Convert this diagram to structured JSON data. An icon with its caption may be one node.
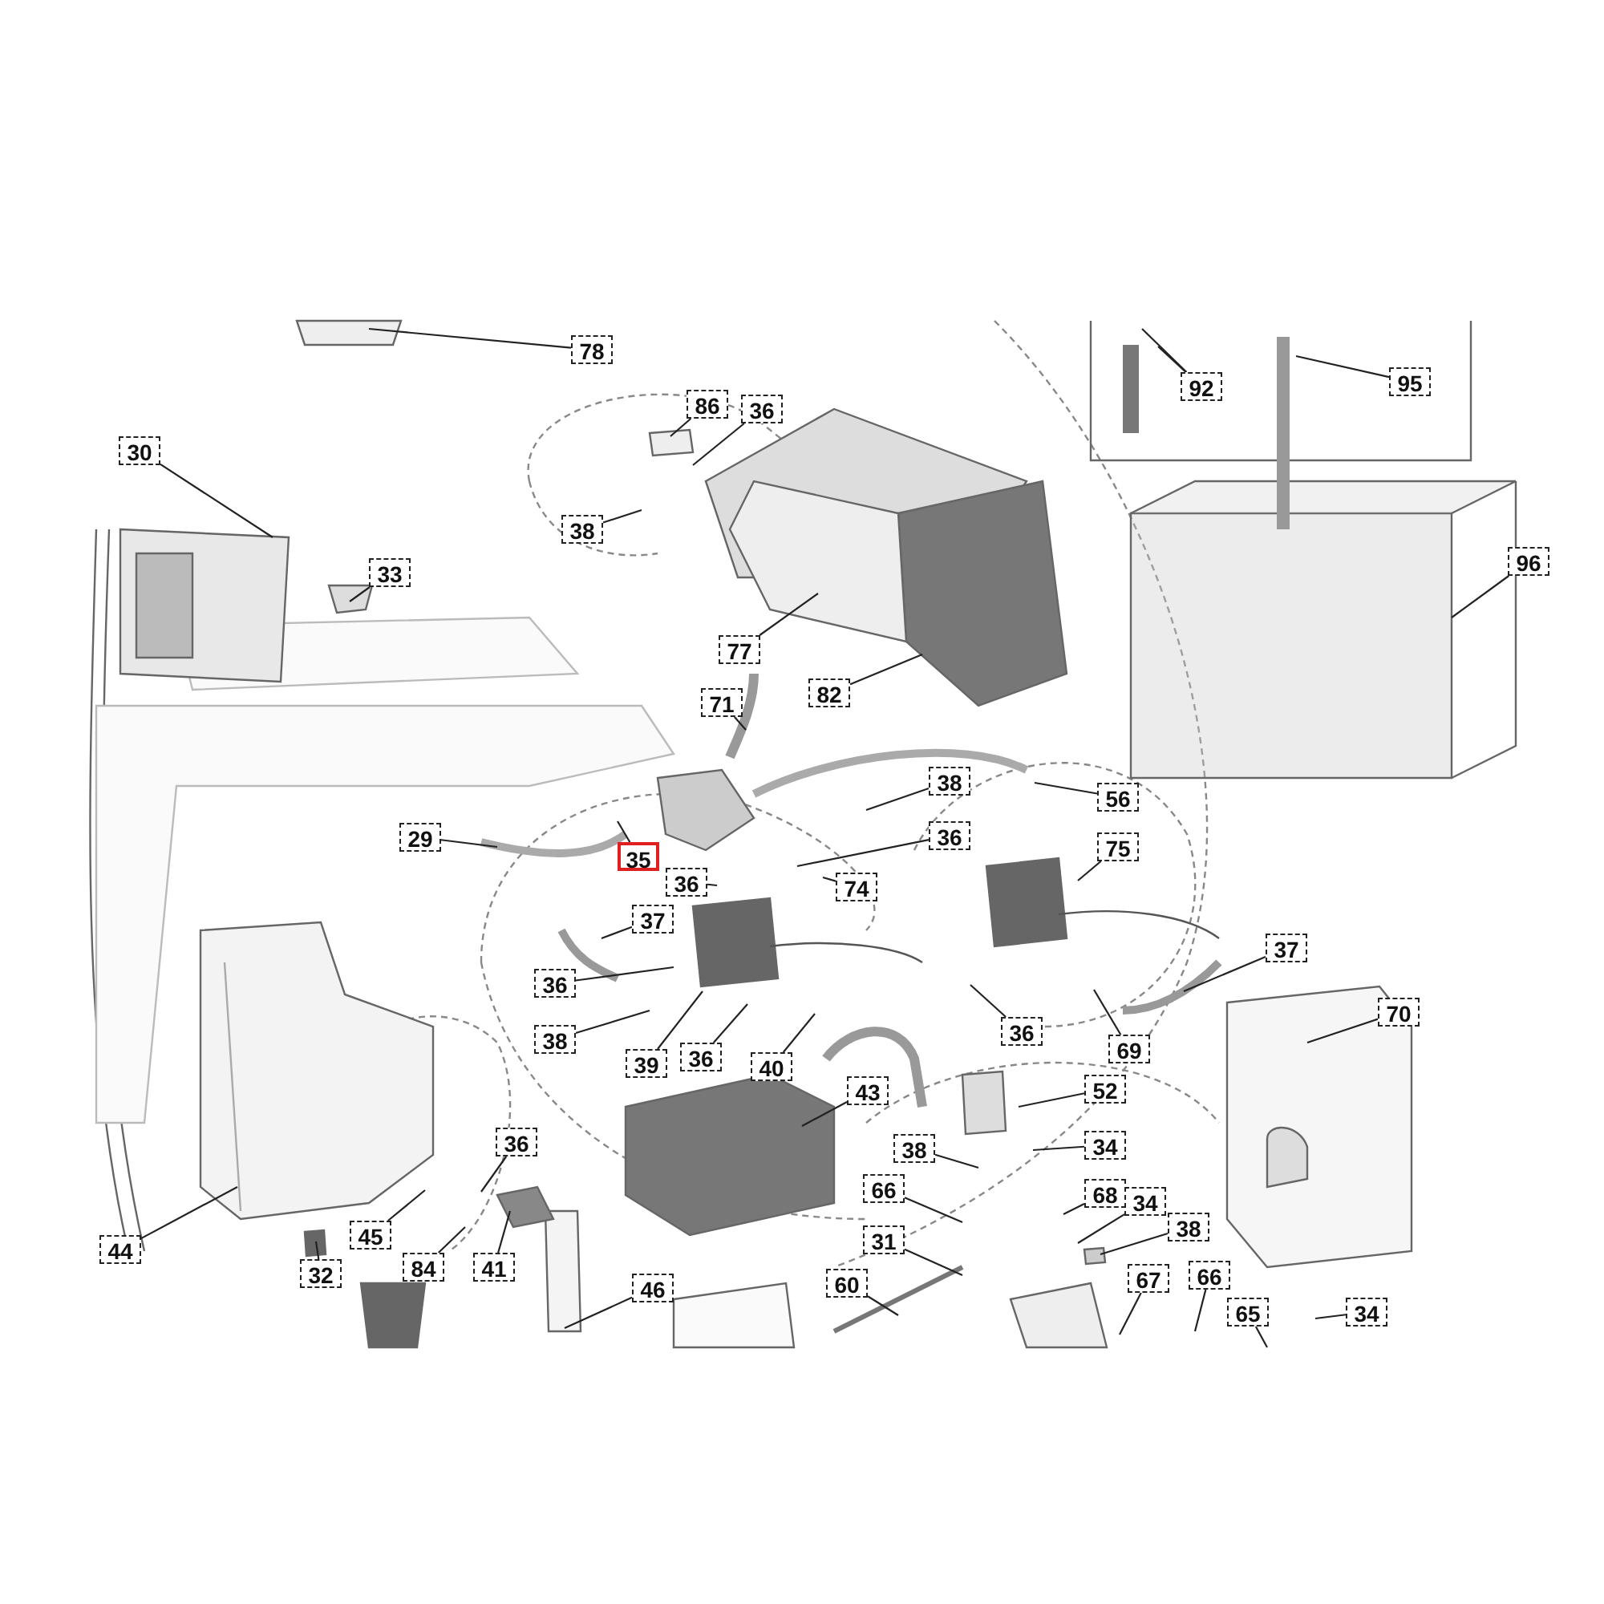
{
  "diagram": {
    "nodes": [
      {
        "text": [
          "78"
        ]
      },
      {
        "text": [
          "95"
        ]
      },
      {
        "text": [
          "92"
        ]
      },
      {
        "text": [
          "86"
        ]
      },
      {
        "text": [
          "36"
        ]
      },
      {
        "text": [
          "30"
        ]
      },
      {
        "text": [
          "38"
        ]
      },
      {
        "text": [
          "96"
        ]
      },
      {
        "text": [
          "33"
        ]
      },
      {
        "text": [
          "77"
        ]
      },
      {
        "text": [
          "82"
        ]
      },
      {
        "text": [
          "71"
        ]
      },
      {
        "text": [
          "38"
        ]
      },
      {
        "text": [
          "56"
        ]
      },
      {
        "text": [
          "36"
        ]
      },
      {
        "text": [
          "29"
        ]
      },
      {
        "text": [
          "75"
        ]
      },
      {
        "text": [
          "35"
        ]
      },
      {
        "text": [
          "36"
        ]
      },
      {
        "text": [
          "74"
        ]
      },
      {
        "text": [
          "37"
        ]
      },
      {
        "text": [
          "37"
        ]
      },
      {
        "text": [
          "36"
        ]
      },
      {
        "text": [
          "70"
        ]
      },
      {
        "text": [
          "36"
        ]
      },
      {
        "text": [
          "38"
        ]
      },
      {
        "text": [
          "69"
        ]
      },
      {
        "text": [
          "36"
        ]
      },
      {
        "text": [
          "39"
        ]
      },
      {
        "text": [
          "40"
        ]
      },
      {
        "text": [
          "43"
        ]
      },
      {
        "text": [
          "52"
        ]
      },
      {
        "text": [
          "36"
        ]
      },
      {
        "text": [
          "34"
        ]
      },
      {
        "text": [
          "38"
        ]
      },
      {
        "text": [
          "66"
        ]
      },
      {
        "text": [
          "68"
        ]
      },
      {
        "text": [
          "34"
        ]
      },
      {
        "text": [
          "38"
        ]
      },
      {
        "text": [
          "45"
        ]
      },
      {
        "text": [
          "31"
        ]
      },
      {
        "text": [
          "44"
        ]
      },
      {
        "text": [
          "84"
        ]
      },
      {
        "text": [
          "41"
        ]
      },
      {
        "text": [
          "32"
        ]
      },
      {
        "text": [
          "66"
        ]
      },
      {
        "text": [
          "67"
        ]
      },
      {
        "text": [
          "60"
        ]
      },
      {
        "text": [
          "46"
        ]
      },
      {
        "text": [
          "65"
        ]
      },
      {
        "text": [
          "34"
        ]
      }
    ],
    "edges": [
      {
        "from": 0,
        "to": null,
        "arrow": "none"
      },
      {
        "from": 1,
        "to": null,
        "arrow": "none"
      },
      {
        "from": 2,
        "to": null,
        "arrow": "none"
      },
      {
        "from": 2,
        "to": null,
        "arrow": "none"
      },
      {
        "from": 3,
        "to": null,
        "arrow": "none"
      },
      {
        "from": 4,
        "to": null,
        "arrow": "none"
      },
      {
        "from": 5,
        "to": null,
        "arrow": "none"
      },
      {
        "from": 6,
        "to": null,
        "arrow": "none"
      },
      {
        "from": 7,
        "to": null,
        "arrow": "none"
      },
      {
        "from": 8,
        "to": null,
        "arrow": "none"
      },
      {
        "from": 9,
        "to": null,
        "arrow": "none"
      },
      {
        "from": 10,
        "to": null,
        "arrow": "none"
      },
      {
        "from": 11,
        "to": null,
        "arrow": "none"
      },
      {
        "from": 12,
        "to": null,
        "arrow": "none"
      },
      {
        "from": 13,
        "to": null,
        "arrow": "none"
      },
      {
        "from": 14,
        "to": null,
        "arrow": "none"
      },
      {
        "from": 15,
        "to": null,
        "arrow": "none"
      },
      {
        "from": 16,
        "to": null,
        "arrow": "none"
      },
      {
        "from": 17,
        "to": null,
        "arrow": "none"
      },
      {
        "from": 18,
        "to": null,
        "arrow": "none"
      },
      {
        "from": 19,
        "to": null,
        "arrow": "none"
      },
      {
        "from": 20,
        "to": null,
        "arrow": "none"
      },
      {
        "from": 21,
        "to": null,
        "arrow": "none"
      },
      {
        "from": 22,
        "to": null,
        "arrow": "none"
      },
      {
        "from": 23,
        "to": null,
        "arrow": "none"
      },
      {
        "from": 24,
        "to": null,
        "arrow": "none"
      },
      {
        "from": 25,
        "to": null,
        "arrow": "none"
      },
      {
        "from": 26,
        "to": null,
        "arrow": "none"
      },
      {
        "from": 27,
        "to": null,
        "arrow": "none"
      },
      {
        "from": 28,
        "to": null,
        "arrow": "none"
      },
      {
        "from": 29,
        "to": null,
        "arrow": "none"
      },
      {
        "from": 30,
        "to": null,
        "arrow": "none"
      },
      {
        "from": 31,
        "to": null,
        "arrow": "none"
      },
      {
        "from": 32,
        "to": null,
        "arrow": "none"
      },
      {
        "from": 33,
        "to": null,
        "arrow": "none"
      },
      {
        "from": 34,
        "to": null,
        "arrow": "none"
      },
      {
        "from": 35,
        "to": null,
        "arrow": "none"
      },
      {
        "from": 36,
        "to": null,
        "arrow": "none"
      },
      {
        "from": 37,
        "to": null,
        "arrow": "none"
      },
      {
        "from": 38,
        "to": null,
        "arrow": "none"
      },
      {
        "from": 39,
        "to": null,
        "arrow": "none"
      },
      {
        "from": 40,
        "to": null,
        "arrow": "none"
      },
      {
        "from": 41,
        "to": null,
        "arrow": "none"
      },
      {
        "from": 42,
        "to": null,
        "arrow": "none"
      },
      {
        "from": 43,
        "to": null,
        "arrow": "none"
      },
      {
        "from": 44,
        "to": null,
        "arrow": "none"
      },
      {
        "from": 45,
        "to": null,
        "arrow": "none"
      },
      {
        "from": 46,
        "to": null,
        "arrow": "none"
      },
      {
        "from": 47,
        "to": null,
        "arrow": "none"
      },
      {
        "from": 48,
        "to": null,
        "arrow": "none"
      },
      {
        "from": 49,
        "to": null,
        "arrow": "none"
      },
      {
        "from": 50,
        "to": null,
        "arrow": "none"
      }
    ]
  }
}
